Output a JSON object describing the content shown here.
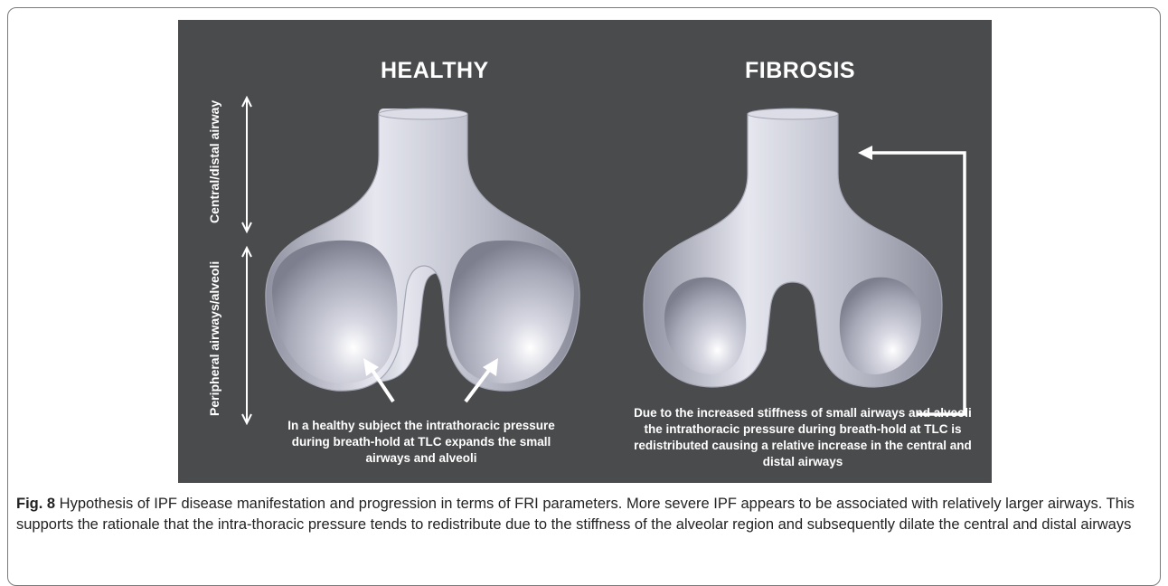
{
  "figure": {
    "healthy_title": "HEALTHY",
    "fibrosis_title": "FIBROSIS",
    "axis_upper_label": "Central/distal airway",
    "axis_lower_label": "Peripheral airways/alveoli",
    "healthy_note": "In a healthy subject the intrathoracic pressure during breath-hold at TLC expands the small airways and alveoli",
    "fibrosis_note": "Due to the increased stiffness of small airways and alveoli the intrathoracic pressure during breath-hold at TLC is redistributed causing a relative increase in the central and distal airways",
    "colors": {
      "background": "#4a4b4d",
      "text": "#ffffff",
      "airway": "#c9cad6"
    }
  },
  "caption": {
    "label": "Fig. 8",
    "text": " Hypothesis of IPF disease manifestation and progression in terms of FRI parameters. More severe IPF appears to be associated with relatively larger airways. This supports the rationale that the intra-thoracic pressure tends to redistribute due to the stiffness of the alveolar region and subsequently dilate the central and distal airways"
  }
}
